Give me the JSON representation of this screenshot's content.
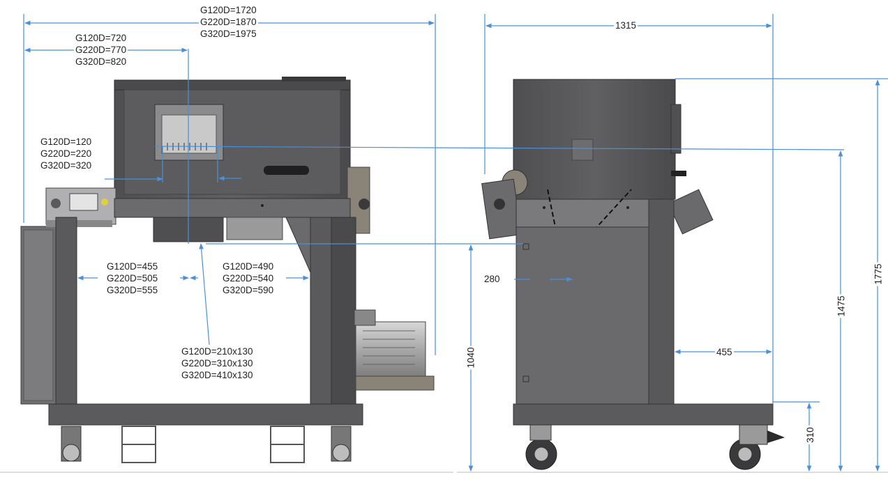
{
  "front_view": {
    "overall_width": [
      "G120D=1720",
      "G220D=1870",
      "G320D=1975"
    ],
    "upper_width": [
      "G120D=720",
      "G220D=770",
      "G320D=820"
    ],
    "opening_offset": [
      "G120D=120",
      "G220D=220",
      "G320D=320"
    ],
    "left_leg_span": [
      "G120D=455",
      "G220D=505",
      "G320D=555"
    ],
    "right_leg_span": [
      "G120D=490",
      "G220D=540",
      "G320D=590"
    ],
    "outlet_size": [
      "G120D=210x130",
      "G220D=310x130",
      "G320D=410x130"
    ]
  },
  "side_view": {
    "depth": "1315",
    "inner_width": "280",
    "outlet_height": "1040",
    "leg_offset": "455",
    "total_height": "1775",
    "table_height": "1475",
    "frame_clearance": "310"
  },
  "colors": {
    "dimension_line": "#4a90d9",
    "machine_body": "#5a5a5c",
    "frame": "#4e4e50",
    "panel": "#6b6b6d"
  }
}
